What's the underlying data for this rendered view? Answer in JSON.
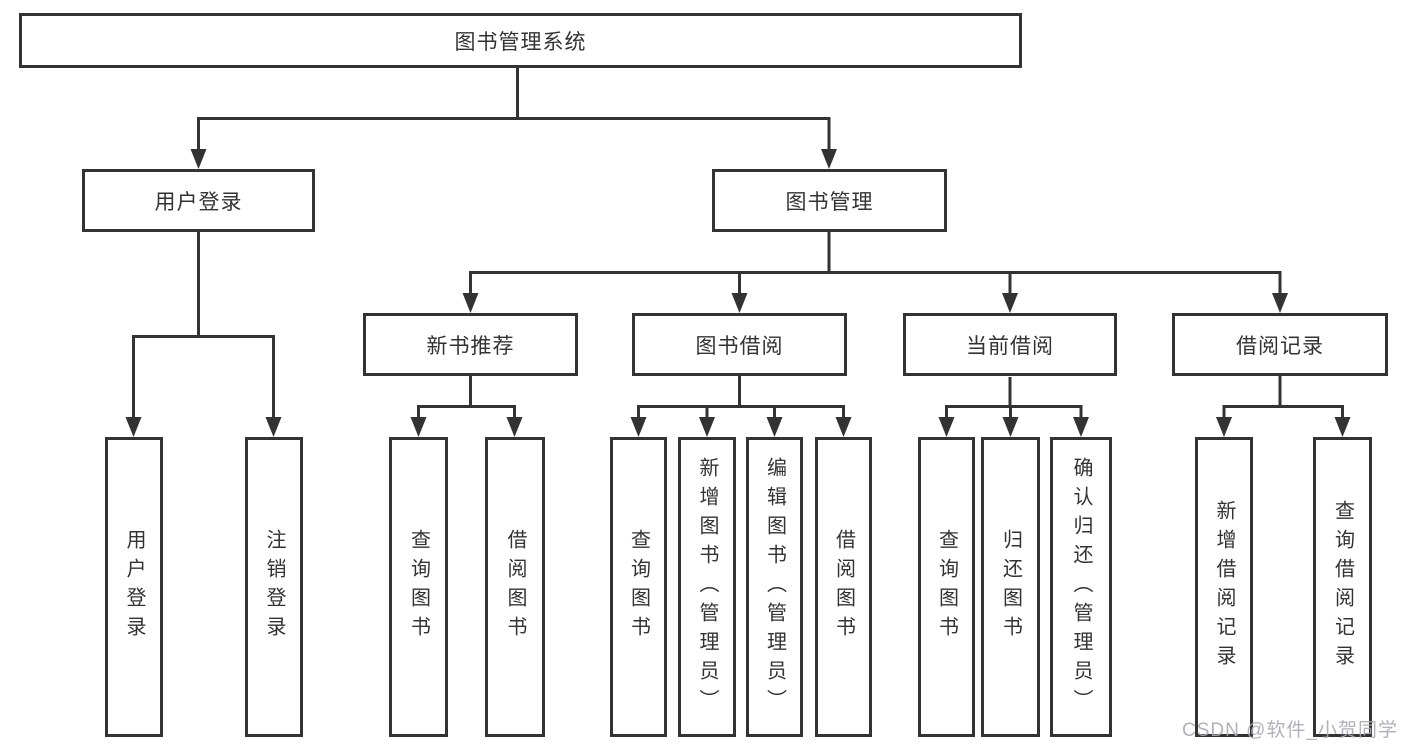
{
  "colors": {
    "line": "#333333",
    "box_background": "#ffffff",
    "text": "#333333",
    "watermark": "#a8a8b2"
  },
  "diagram": {
    "root": {
      "label": "图书管理系统"
    },
    "branches": [
      {
        "label": "用户登录",
        "children": [
          {
            "label": "用户登录"
          },
          {
            "label": "注销登录"
          }
        ]
      },
      {
        "label": "图书管理",
        "children": [
          {
            "label": "新书推荐",
            "children": [
              {
                "label": "查询图书"
              },
              {
                "label": "借阅图书"
              }
            ]
          },
          {
            "label": "图书借阅",
            "children": [
              {
                "label": "查询图书"
              },
              {
                "label": "新增图书（管理员）"
              },
              {
                "label": "编辑图书（管理员）"
              },
              {
                "label": "借阅图书"
              }
            ]
          },
          {
            "label": "当前借阅",
            "children": [
              {
                "label": "查询图书"
              },
              {
                "label": "归还图书"
              },
              {
                "label": "确认归还（管理员）"
              }
            ]
          },
          {
            "label": "借阅记录",
            "children": [
              {
                "label": "新增借阅记录"
              },
              {
                "label": "查询借阅记录"
              }
            ]
          }
        ]
      }
    ],
    "watermark": "CSDN @软件_小贺同学"
  }
}
